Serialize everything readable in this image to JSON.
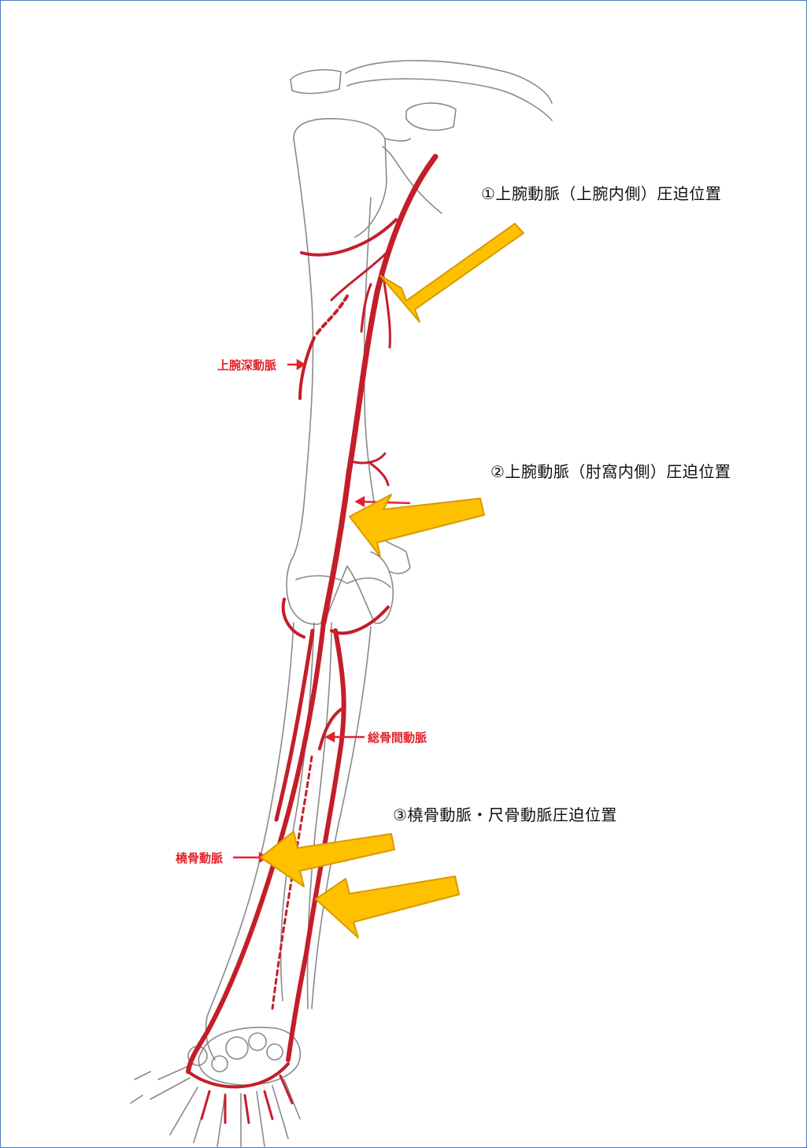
{
  "captions": {
    "c1": "①上腕動脈（上腕内側）圧迫位置",
    "c2": "②上腕動脈（肘窩内側）圧迫位置",
    "c3": "③橈骨動脈・尺骨動脈圧迫位置"
  },
  "labels": {
    "deep_brachial": "上腕深動脈",
    "common_interosseous": "総骨間動脈",
    "radial": "橈骨動脈"
  },
  "colors": {
    "artery": "#c41e2a",
    "arrow_fill": "#ffc000",
    "arrow_stroke": "#d99a00",
    "bone_line": "#8a8a8a",
    "label": "#e0242c",
    "frame": "#4a7ebb"
  }
}
